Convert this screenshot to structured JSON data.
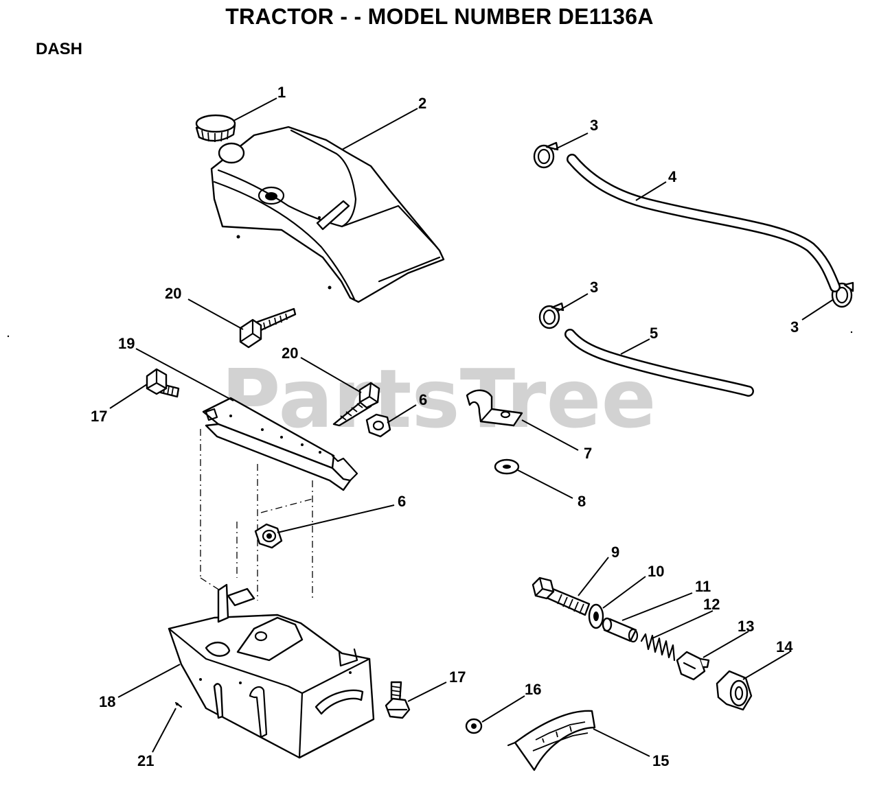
{
  "header": {
    "title": "TRACTOR - - MODEL NUMBER DE1136A",
    "section": "DASH"
  },
  "watermark": "PartsTree",
  "callouts": [
    "1",
    "2",
    "3",
    "4",
    "3",
    "5",
    "3",
    "20",
    "19",
    "20",
    "6",
    "17",
    "7",
    "8",
    "6",
    "9",
    "10",
    "11",
    "12",
    "13",
    "14",
    "17",
    "16",
    "18",
    "21",
    "15"
  ],
  "parts": [
    {
      "ref": "1",
      "icon": "fuel-cap-icon"
    },
    {
      "ref": "2",
      "icon": "fuel-tank-icon"
    },
    {
      "ref": "3",
      "icon": "hose-clamp-icon"
    },
    {
      "ref": "4",
      "icon": "fuel-line-icon"
    },
    {
      "ref": "5",
      "icon": "fuel-line-icon"
    },
    {
      "ref": "6",
      "icon": "hex-nut-icon"
    },
    {
      "ref": "7",
      "icon": "cable-clip-icon"
    },
    {
      "ref": "8",
      "icon": "washer-icon"
    },
    {
      "ref": "9",
      "icon": "bolt-icon"
    },
    {
      "ref": "10",
      "icon": "washer-icon"
    },
    {
      "ref": "11",
      "icon": "spacer-icon"
    },
    {
      "ref": "12",
      "icon": "spring-icon"
    },
    {
      "ref": "13",
      "icon": "lever-icon"
    },
    {
      "ref": "14",
      "icon": "bushing-icon"
    },
    {
      "ref": "15",
      "icon": "decal-icon"
    },
    {
      "ref": "16",
      "icon": "nut-icon"
    },
    {
      "ref": "17",
      "icon": "screw-icon"
    },
    {
      "ref": "18",
      "icon": "dash-panel-icon"
    },
    {
      "ref": "19",
      "icon": "bracket-icon"
    },
    {
      "ref": "20",
      "icon": "screw-icon"
    },
    {
      "ref": "21",
      "icon": "pin-icon"
    }
  ]
}
